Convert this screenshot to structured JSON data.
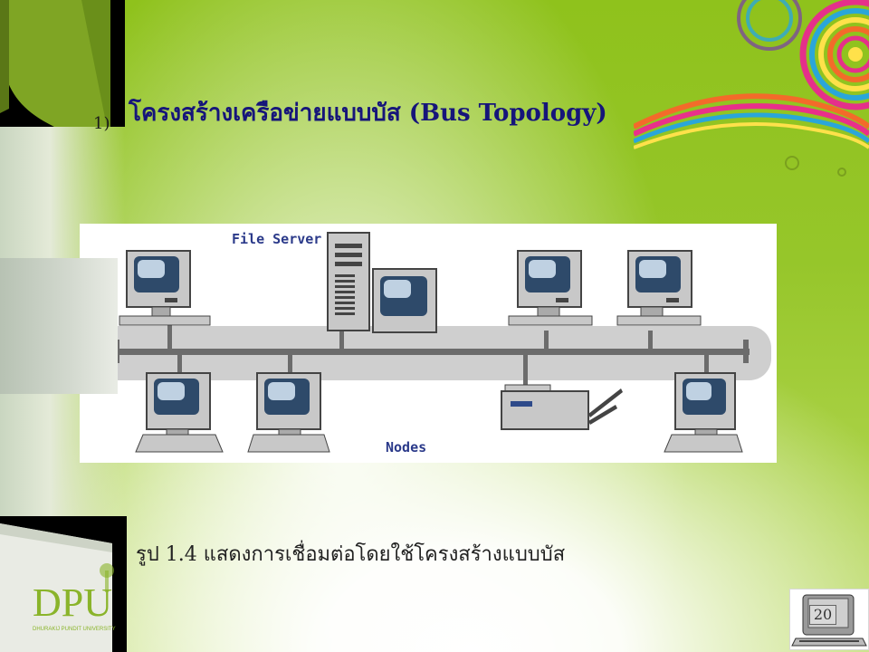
{
  "slide": {
    "number_prefix": "1)",
    "title": "โครงสร้างเครือข่ายแบบบัส  (Bus  Topology)",
    "caption": "รูป 1.4 แสดงการเชื่อมต่อโดยใช้โครงสร้างแบบบัส",
    "page_number": "20"
  },
  "diagram": {
    "server_label": "File Server",
    "nodes_label": "Nodes"
  },
  "logo": {
    "text": "DPU",
    "subtext": "DHURAKIJ PUNDIT UNIVERSITY"
  },
  "colors": {
    "title": "#16157a",
    "background_green": "#8fc21c",
    "bus": "#c9c9c9",
    "label_blue": "#2b3a8a"
  }
}
